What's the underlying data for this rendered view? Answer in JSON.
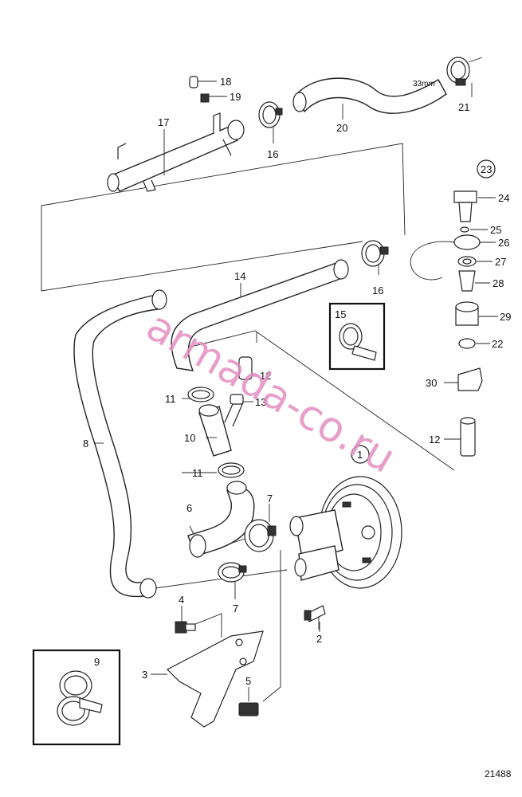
{
  "labels": {
    "p1": "1",
    "p2": "2",
    "p3": "3",
    "p4": "4",
    "p5": "5",
    "p6": "6",
    "p7a": "7",
    "p7b": "7",
    "p8": "8",
    "p9": "9",
    "p10": "10",
    "p11a": "11",
    "p11b": "11",
    "p12a": "12",
    "p12b": "12",
    "p13": "13",
    "p14": "14",
    "p15": "15",
    "p16a": "16",
    "p16b": "16",
    "p17": "17",
    "p18": "18",
    "p19": "19",
    "p20": "20",
    "p21": "21",
    "p22": "22",
    "p23": "23",
    "p24": "24",
    "p25": "25",
    "p26": "26",
    "p27": "27",
    "p28": "28",
    "p29": "29",
    "p30": "30"
  },
  "dimension_note": "33mm",
  "watermark": "armada-co.ru",
  "figure_number": "21488"
}
